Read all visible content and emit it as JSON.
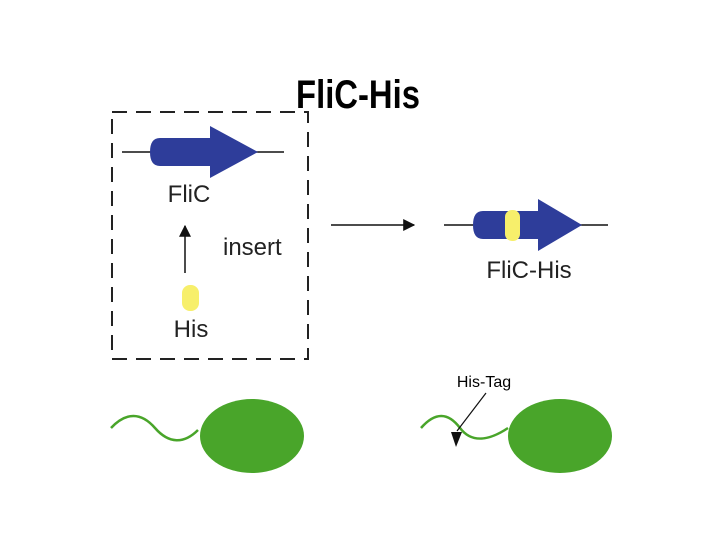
{
  "title": "FliC-His",
  "left_box": {
    "gene_label": "FliC",
    "tag_label": "His",
    "action_label": "insert"
  },
  "result": {
    "gene_label": "FliC-His"
  },
  "bacteria": {
    "tag_callout": "His-Tag"
  },
  "colors": {
    "gene_arrow": "#2e3d9a",
    "his_tag": "#f7ef6b",
    "bacterium": "#49a52a",
    "line": "#111111",
    "dashed_box": "#222222"
  }
}
